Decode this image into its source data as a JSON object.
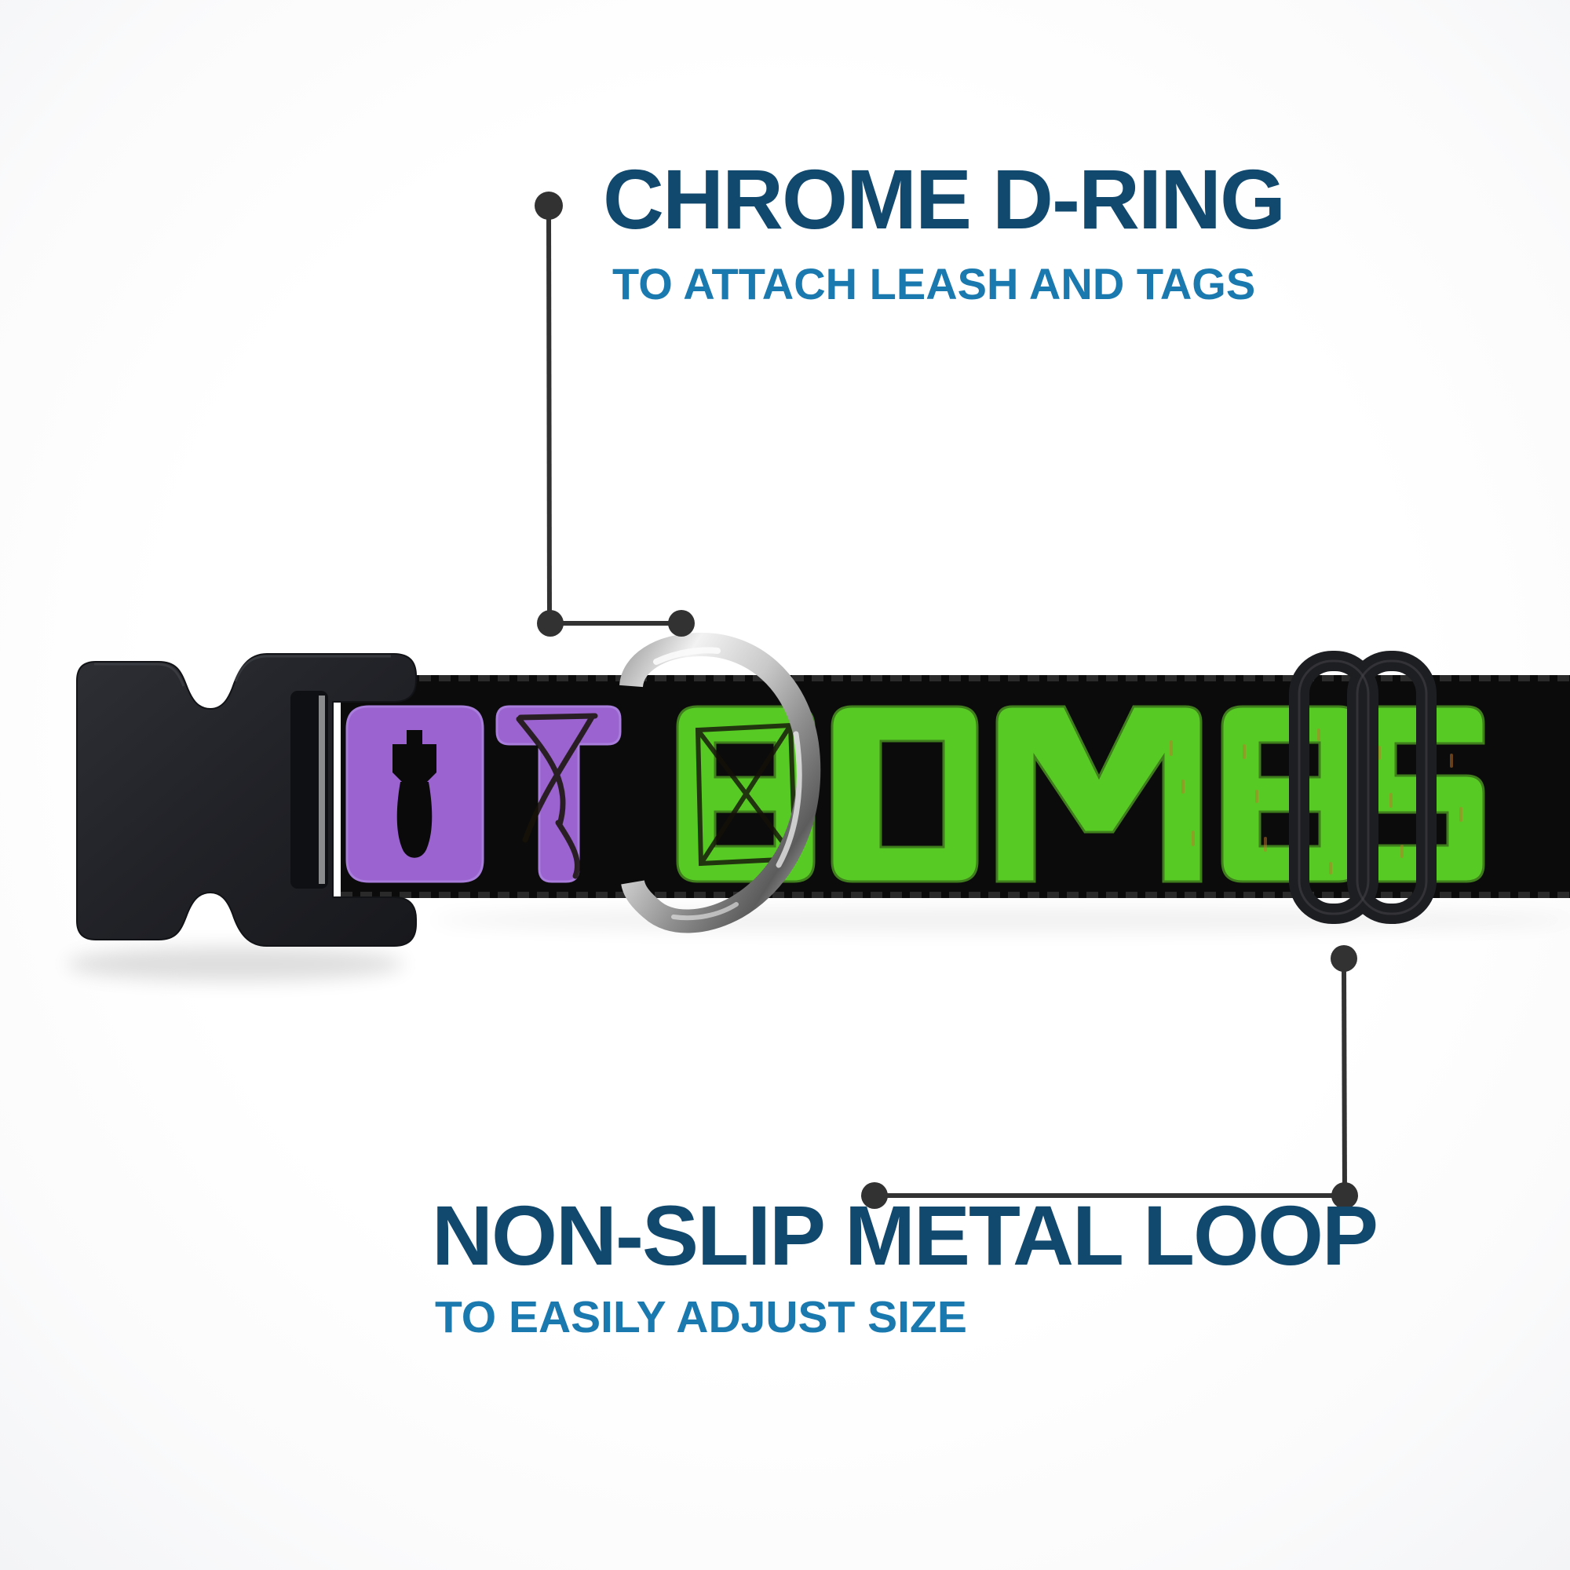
{
  "image_type": "product feature callout diagram of a dog collar",
  "colors": {
    "background": "#ffffff",
    "title_navy": "#11486d",
    "subtitle_blue": "#1a79ae",
    "connector": "#323232",
    "webbing": "#0b0b0b",
    "purple": "#9a63cf",
    "green": "#57cb24",
    "bomb": "#0a0a0a",
    "buckle": "#212227",
    "slider": "#1d1e21",
    "chrome_light": "#f4f4f4",
    "chrome_dark": "#5a5a5a"
  },
  "callouts": {
    "top": {
      "title": "CHROME D-RING",
      "subtitle": "TO ATTACH LEASH AND TAGS",
      "points_to": "chrome d-ring"
    },
    "bottom": {
      "title": "NON-SLIP METAL LOOP",
      "subtitle": "TO EASILY ADJUST SIZE",
      "points_to": "tri-glide adjuster loop"
    }
  },
  "collar": {
    "visible_text": "OT BOMBS",
    "letters": [
      {
        "char": "O",
        "style": "purple tile with black bomb icon"
      },
      {
        "char": "T",
        "style": "purple with camo crack pattern"
      },
      {
        "char": "B",
        "style": "green with camo crack pattern"
      },
      {
        "char": "O",
        "style": "green"
      },
      {
        "char": "M",
        "style": "green"
      },
      {
        "char": "B",
        "style": "green with orange speckles"
      },
      {
        "char": "S",
        "style": "green with orange speckles"
      }
    ],
    "hardware": [
      "black plastic side-release buckle",
      "chrome d-ring",
      "black tri-glide slider loop"
    ]
  }
}
